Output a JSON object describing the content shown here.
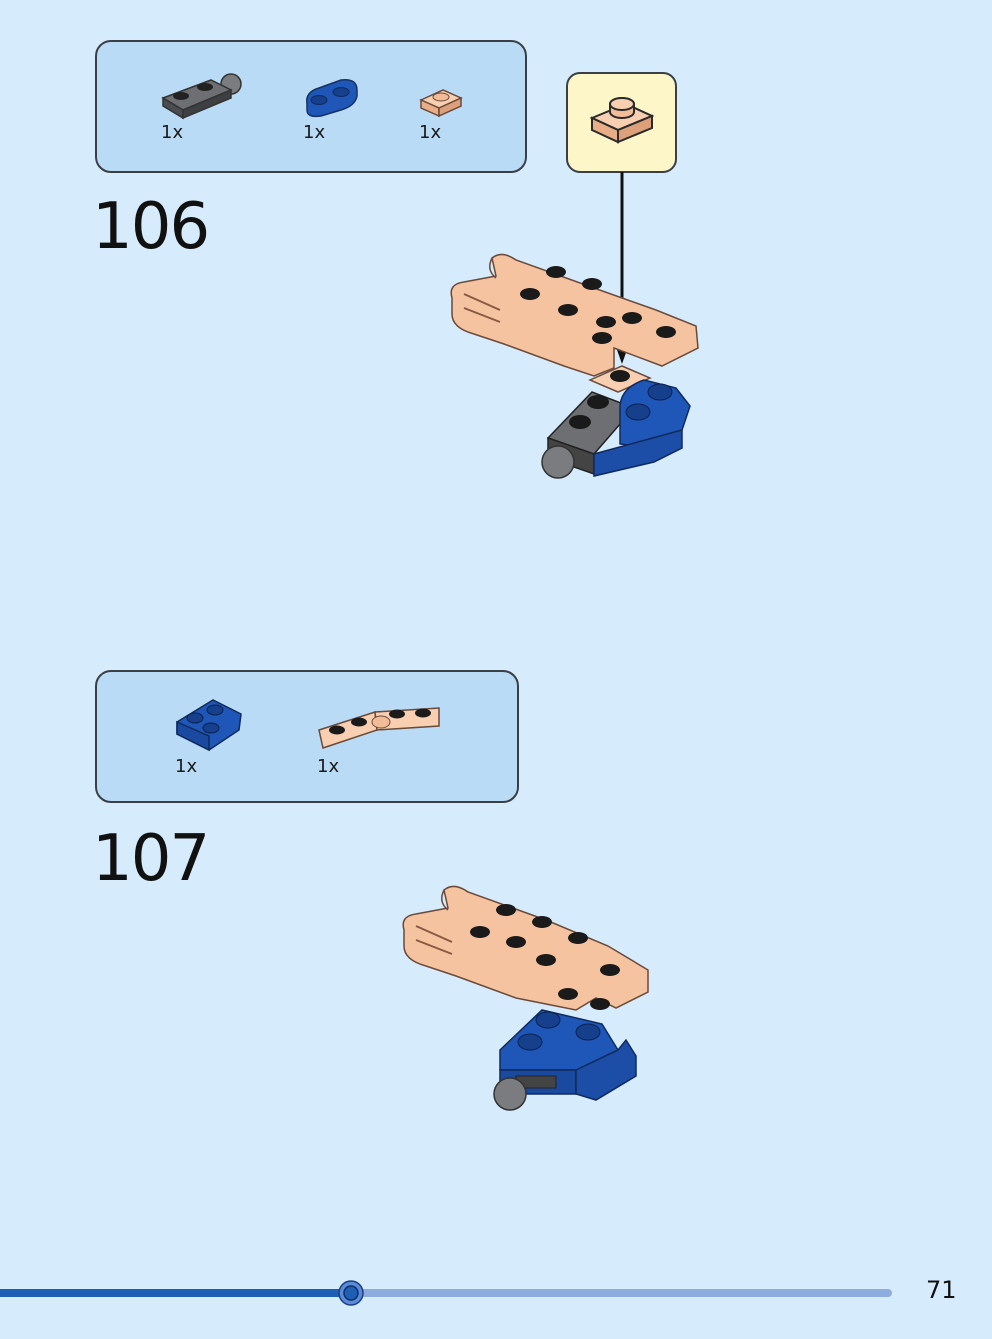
{
  "step_106": {
    "number": "106",
    "parts": [
      {
        "name": "dark-gray-plate-with-ball",
        "qty": "1x",
        "color": "#5b5d60"
      },
      {
        "name": "blue-round-plate",
        "qty": "1x",
        "color": "#1f57b8"
      },
      {
        "name": "tan-plate-1x1",
        "qty": "1x",
        "color": "#f6c3a0"
      }
    ]
  },
  "step_107": {
    "number": "107",
    "parts": [
      {
        "name": "blue-wedge-plate",
        "qty": "1x",
        "color": "#1f57b8"
      },
      {
        "name": "tan-hinge-plate",
        "qty": "1x",
        "color": "#f6c3a0"
      }
    ]
  },
  "progress": {
    "value": 0.39,
    "fill_color": "#1d5fb5",
    "track_color": "#8eadde"
  },
  "page_number": "71"
}
